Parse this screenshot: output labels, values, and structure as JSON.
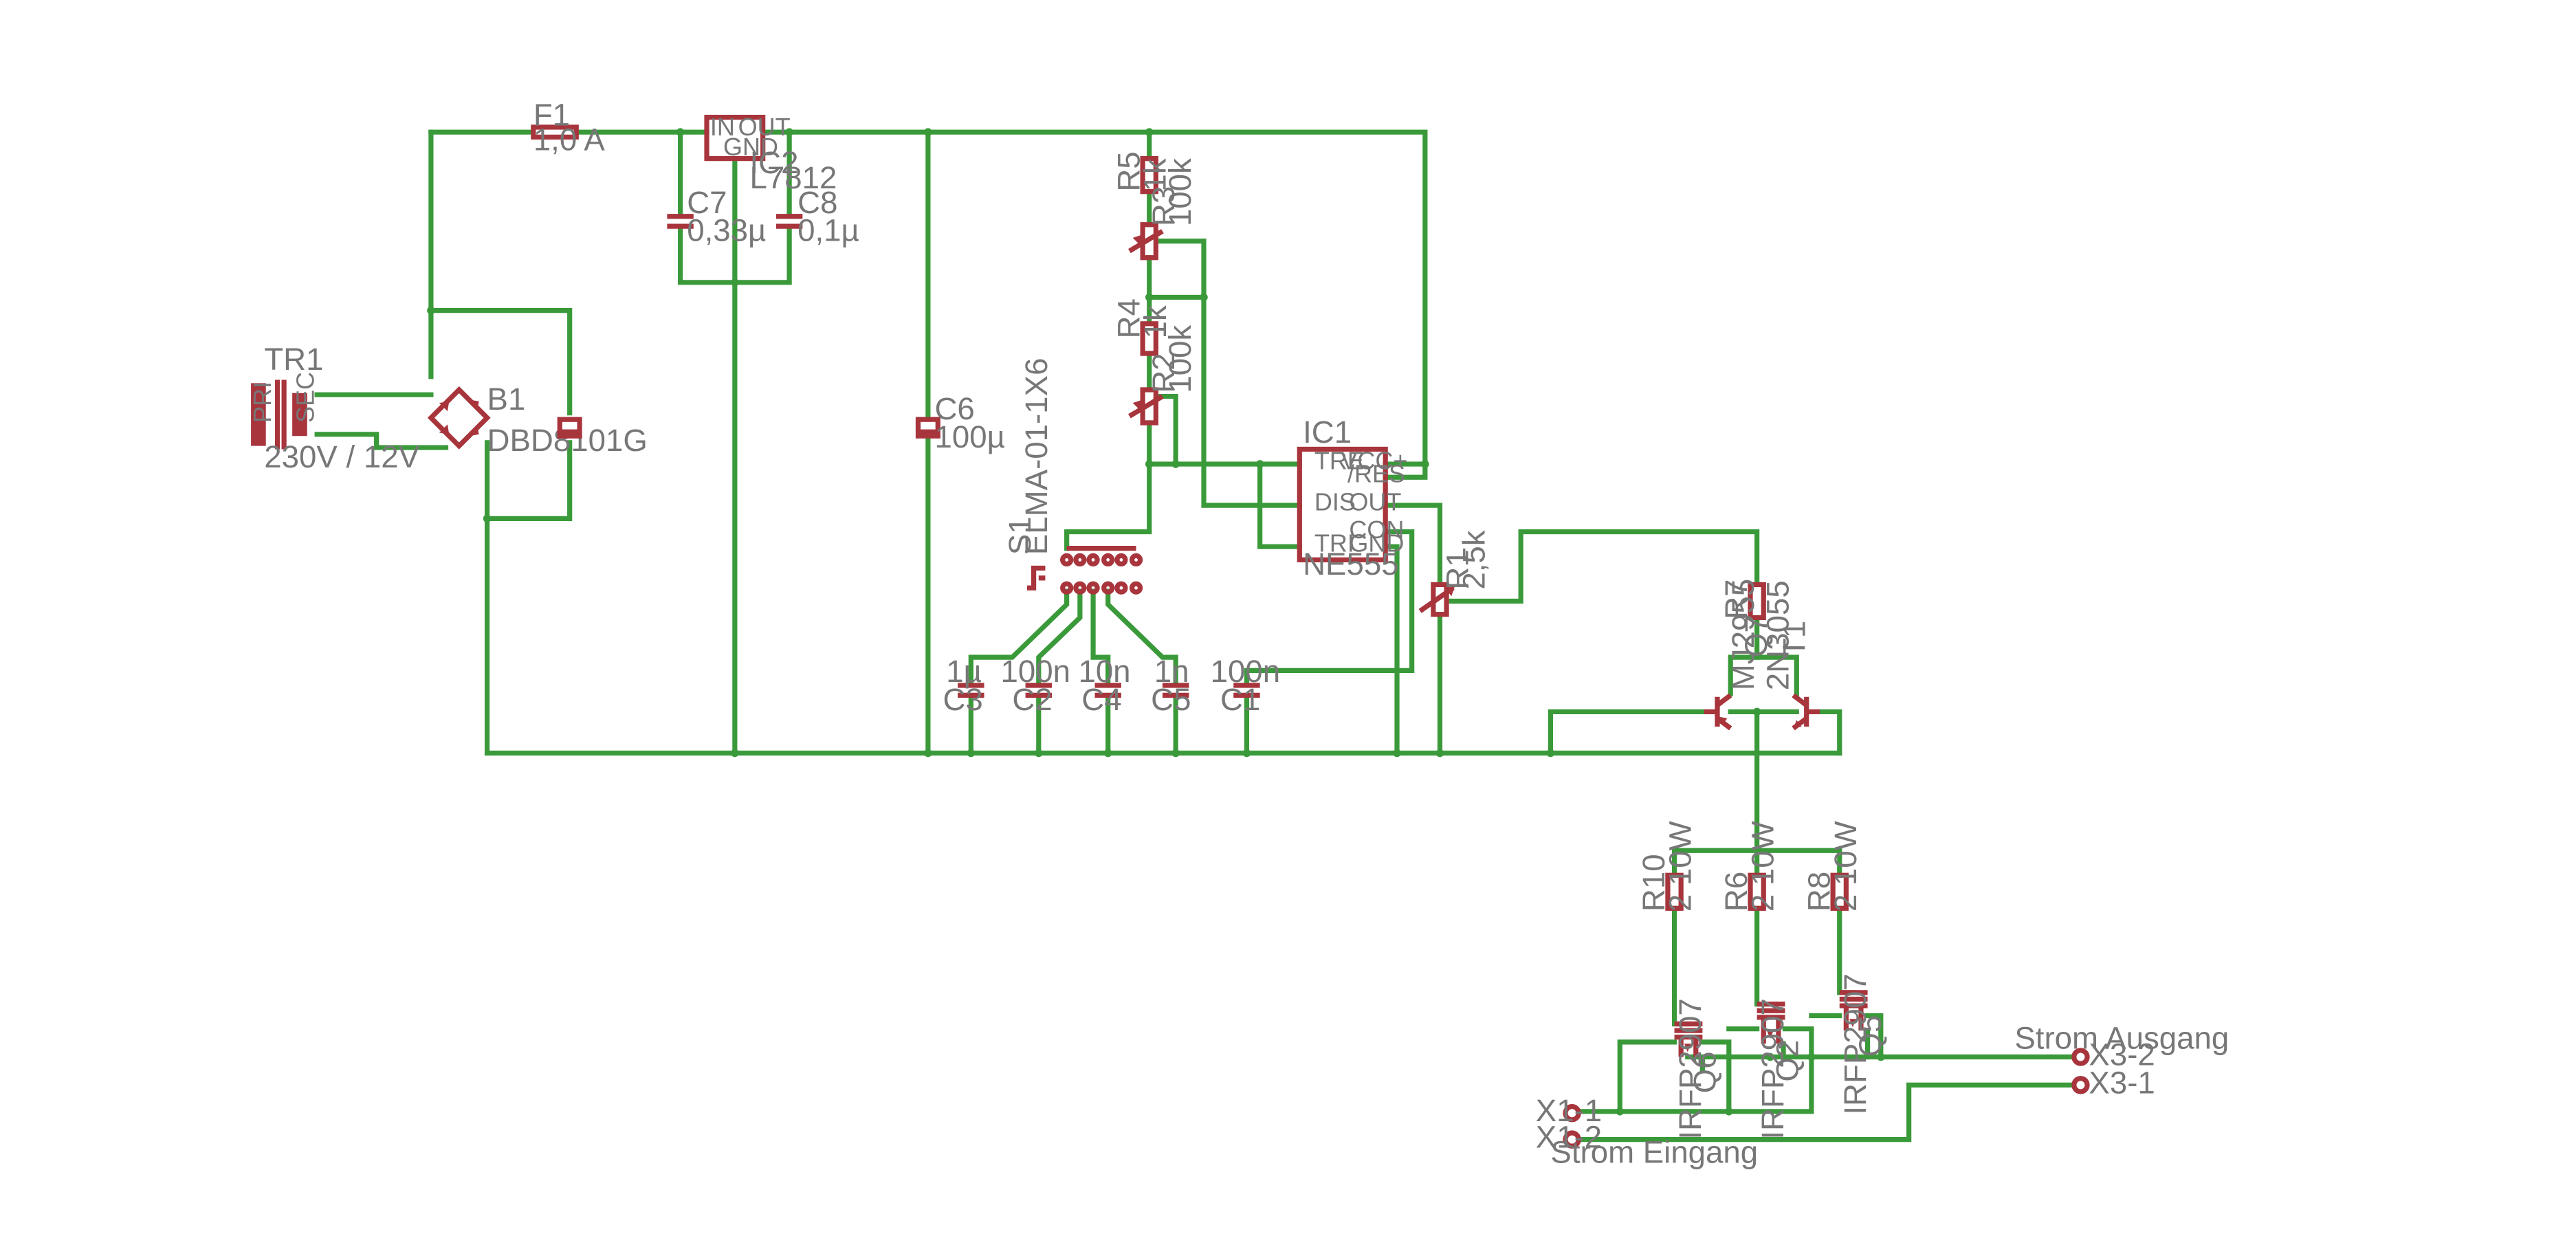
{
  "colors": {
    "wire": "#3a9a3a",
    "symbol": "#a8343c",
    "text": "#777777",
    "background": "#ffffff"
  },
  "labels": {
    "tr1": "TR1",
    "tr1_val": "230V / 12V",
    "pri": "PRI",
    "sec": "SEC",
    "b1": "B1",
    "b1_val": "DBD8101G",
    "f1": "F1",
    "f1_val": "1,0 A",
    "ic2": "IC2",
    "ic2_val": "L7812",
    "ic2_in": "IN",
    "ic2_out": "OUT",
    "ic2_gnd": "GND",
    "c7": "C7",
    "c7_val": "0,33µ",
    "c8": "C8",
    "c8_val": "0,1µ",
    "c6": "C6",
    "c6_val": "100µ",
    "r5": "R5",
    "r5_val": "1k",
    "r3": "R3",
    "r3_val": "100k",
    "r4": "R4",
    "r4_val": "1k",
    "r2": "R2",
    "r2_val": "100k",
    "ic1": "IC1",
    "ic1_val": "NE555",
    "ic1_tre": "TRE",
    "ic1_dis": "DIS",
    "ic1_tri": "TRI",
    "ic1_vcc": "VCC+",
    "ic1_res": "/RES",
    "ic1_out": "OUT",
    "ic1_con": "CON",
    "ic1_gnd": "GND",
    "s1": "S1",
    "s1_val": "ELMA-01-1X6",
    "c3": "C3",
    "c3_val": "1µ",
    "c2": "C2",
    "c2_val": "100n",
    "c4": "C4",
    "c4_val": "10n",
    "c5": "C5",
    "c5_val": "1n",
    "c1": "C1",
    "c1_val": "100n",
    "r1": "R1",
    "r1_val": "2,5k",
    "r7": "R7",
    "q7": "Q7",
    "q7_val": "MJ2955",
    "t1": "T1",
    "t1_val": "2N3055",
    "r10": "R10",
    "r10_val": "2 10W",
    "r6": "R6",
    "r6_val": "2 10W",
    "r8": "R8",
    "r8_val": "2 10W",
    "q6": "Q6",
    "q6_val": "IRFP2907",
    "q2": "Q2",
    "q2_val": "IRFP2907",
    "q5": "Q5",
    "q5_val": "IRFP2907",
    "x1_1": "X1-1",
    "x1_2": "X1-2",
    "x3_1": "X3-1",
    "x3_2": "X3-2",
    "strom_ausgang": "Strom Ausgang",
    "strom_eingang": "Strom Eingang"
  }
}
